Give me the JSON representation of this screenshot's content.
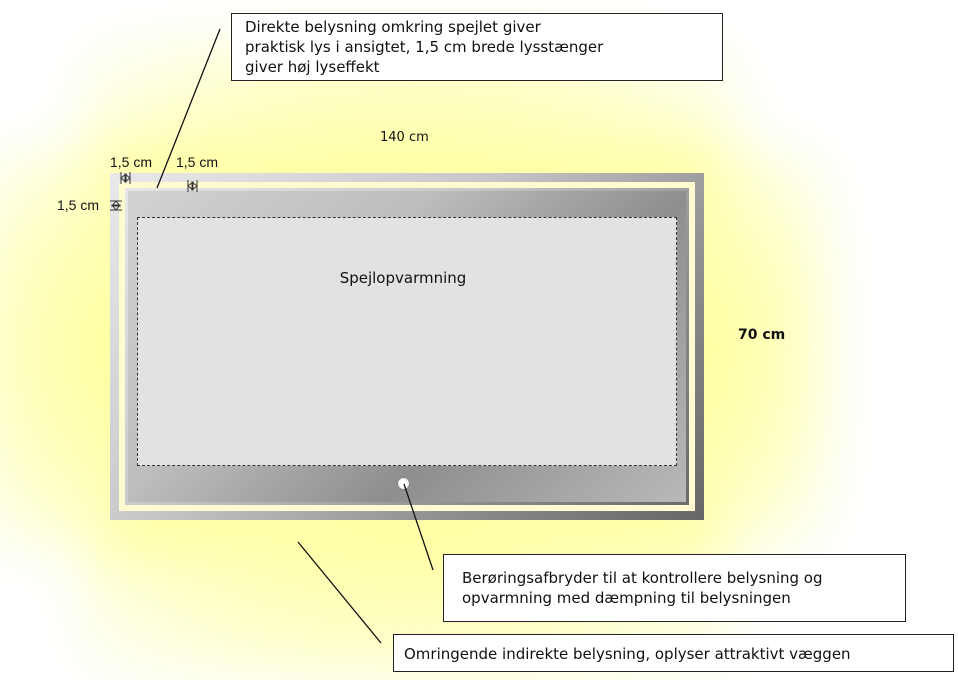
{
  "dimensions": {
    "width": "140 cm",
    "height": "70 cm",
    "strip_width_1": "1,5 cm",
    "strip_width_2": "1,5 cm",
    "strip_width_3": "1,5 cm"
  },
  "mirror": {
    "heating_label": "Spejlopvarmning"
  },
  "callouts": {
    "direct_lighting": {
      "lines": [
        "Direkte belysning omkring spejlet giver",
        "praktisk lys i ansigtet, 1,5 cm brede lysstænger",
        "giver høj lyseffekt"
      ]
    },
    "touch_switch": {
      "lines": [
        "Berøringsafbryder til at kontrollere belysning og",
        "opvarmning med dæmpning til belysningen"
      ]
    },
    "ambient_lighting": {
      "lines": [
        "Omringende indirekte belysning, oplyser attraktivt væggen"
      ]
    }
  },
  "colors": {
    "glow": "#ffffa6",
    "light_strip": "#fffbd0",
    "heating_area": "#e2e2e2"
  }
}
